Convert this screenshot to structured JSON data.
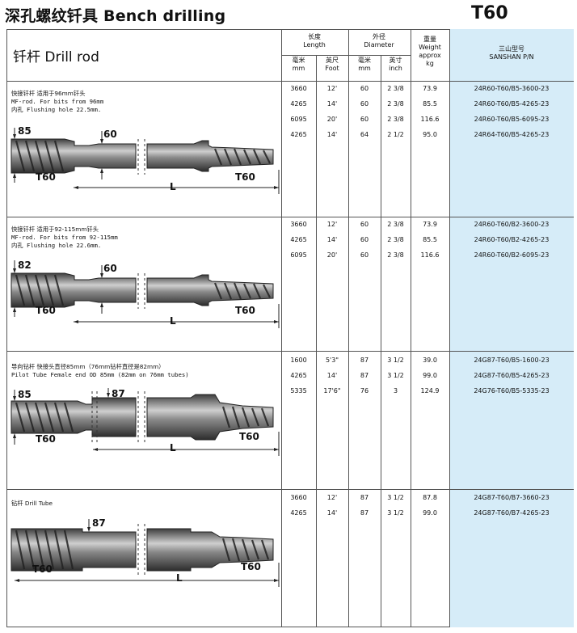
{
  "header": {
    "title": "深孔螺纹钎具 Bench drilling",
    "model": "T60",
    "section_title": "钎杆 Drill rod",
    "columns": {
      "length": {
        "cn": "长度",
        "en": "Length",
        "mm": "毫米",
        "mm_en": "mm",
        "ft": "英尺",
        "ft_en": "Foot"
      },
      "diameter": {
        "cn": "外径",
        "en": "Diameter",
        "mm": "毫米",
        "mm_en": "mm",
        "in": "英寸",
        "in_en": "inch"
      },
      "weight": {
        "cn": "重量",
        "en": "Weight",
        "approx": "approx",
        "kg": "kg"
      },
      "pn": {
        "cn": "三山型号",
        "en": "SANSHAN P/N"
      }
    }
  },
  "sections": [
    {
      "desc": [
        "快接钎杆  适用于96mm钎头",
        "MF-rod. For bits from 96mm",
        "内孔  Flushing hole 22.5mm."
      ],
      "labels": {
        "d1": "85",
        "d2": "60",
        "left": "T60",
        "right": "T60",
        "length": "L"
      },
      "rows": [
        {
          "mm": "3660",
          "ft": "12'",
          "dmm": "60",
          "din": "2 3/8",
          "kg": "73.9",
          "pn": "24R60-T60/B5-3600-23"
        },
        {
          "mm": "4265",
          "ft": "14'",
          "dmm": "60",
          "din": "2 3/8",
          "kg": "85.5",
          "pn": "24R60-T60/B5-4265-23"
        },
        {
          "mm": "6095",
          "ft": "20'",
          "dmm": "60",
          "din": "2 3/8",
          "kg": "116.6",
          "pn": "24R60-T60/B5-6095-23"
        },
        {
          "mm": "4265",
          "ft": "14'",
          "dmm": "64",
          "din": "2 1/2",
          "kg": "95.0",
          "pn": "24R64-T60/B5-4265-23"
        }
      ]
    },
    {
      "desc": [
        "快接钎杆  适用于92-115mm钎头",
        "MF-rod. For bits from 92-115mm",
        "内孔  Flushing hole 22.6mm."
      ],
      "labels": {
        "d1": "82",
        "d2": "60",
        "left": "T60",
        "right": "T60",
        "length": "L"
      },
      "rows": [
        {
          "mm": "3660",
          "ft": "12'",
          "dmm": "60",
          "din": "2 3/8",
          "kg": "73.9",
          "pn": "24R60-T60/B2-3600-23"
        },
        {
          "mm": "4265",
          "ft": "14'",
          "dmm": "60",
          "din": "2 3/8",
          "kg": "85.5",
          "pn": "24R60-T60/B2-4265-23"
        },
        {
          "mm": "6095",
          "ft": "20'",
          "dmm": "60",
          "din": "2 3/8",
          "kg": "116.6",
          "pn": "24R60-T60/B2-6095-23"
        }
      ]
    },
    {
      "desc": [
        "导向钻杆  快接头直径85mm（76mm钻杆直径是82mm）",
        "Pilot Tube  Female end OD 85mm (82mm on 76mm tubes)"
      ],
      "labels": {
        "d1": "85",
        "d2": "87",
        "left": "T60",
        "right": "T60",
        "length": "L"
      },
      "rows": [
        {
          "mm": "1600",
          "ft": "5'3\"",
          "dmm": "87",
          "din": "3 1/2",
          "kg": "39.0",
          "pn": "24G87-T60/B5-1600-23"
        },
        {
          "mm": "4265",
          "ft": "14'",
          "dmm": "87",
          "din": "3 1/2",
          "kg": "99.0",
          "pn": "24G87-T60/B5-4265-23"
        },
        {
          "mm": "5335",
          "ft": "17'6\"",
          "dmm": "76",
          "din": "3",
          "kg": "124.9",
          "pn": "24G76-T60/B5-5335-23"
        }
      ]
    },
    {
      "desc": [
        "钻杆  Drill Tube"
      ],
      "labels": {
        "d1": "87",
        "left": "T60",
        "right": "T60",
        "length": "L"
      },
      "rows": [
        {
          "mm": "3660",
          "ft": "12'",
          "dmm": "87",
          "din": "3 1/2",
          "kg": "87.8",
          "pn": "24G87-T60/B7-3660-23"
        },
        {
          "mm": "4265",
          "ft": "14'",
          "dmm": "87",
          "din": "3 1/2",
          "kg": "99.0",
          "pn": "24G87-T60/B7-4265-23"
        }
      ]
    }
  ]
}
